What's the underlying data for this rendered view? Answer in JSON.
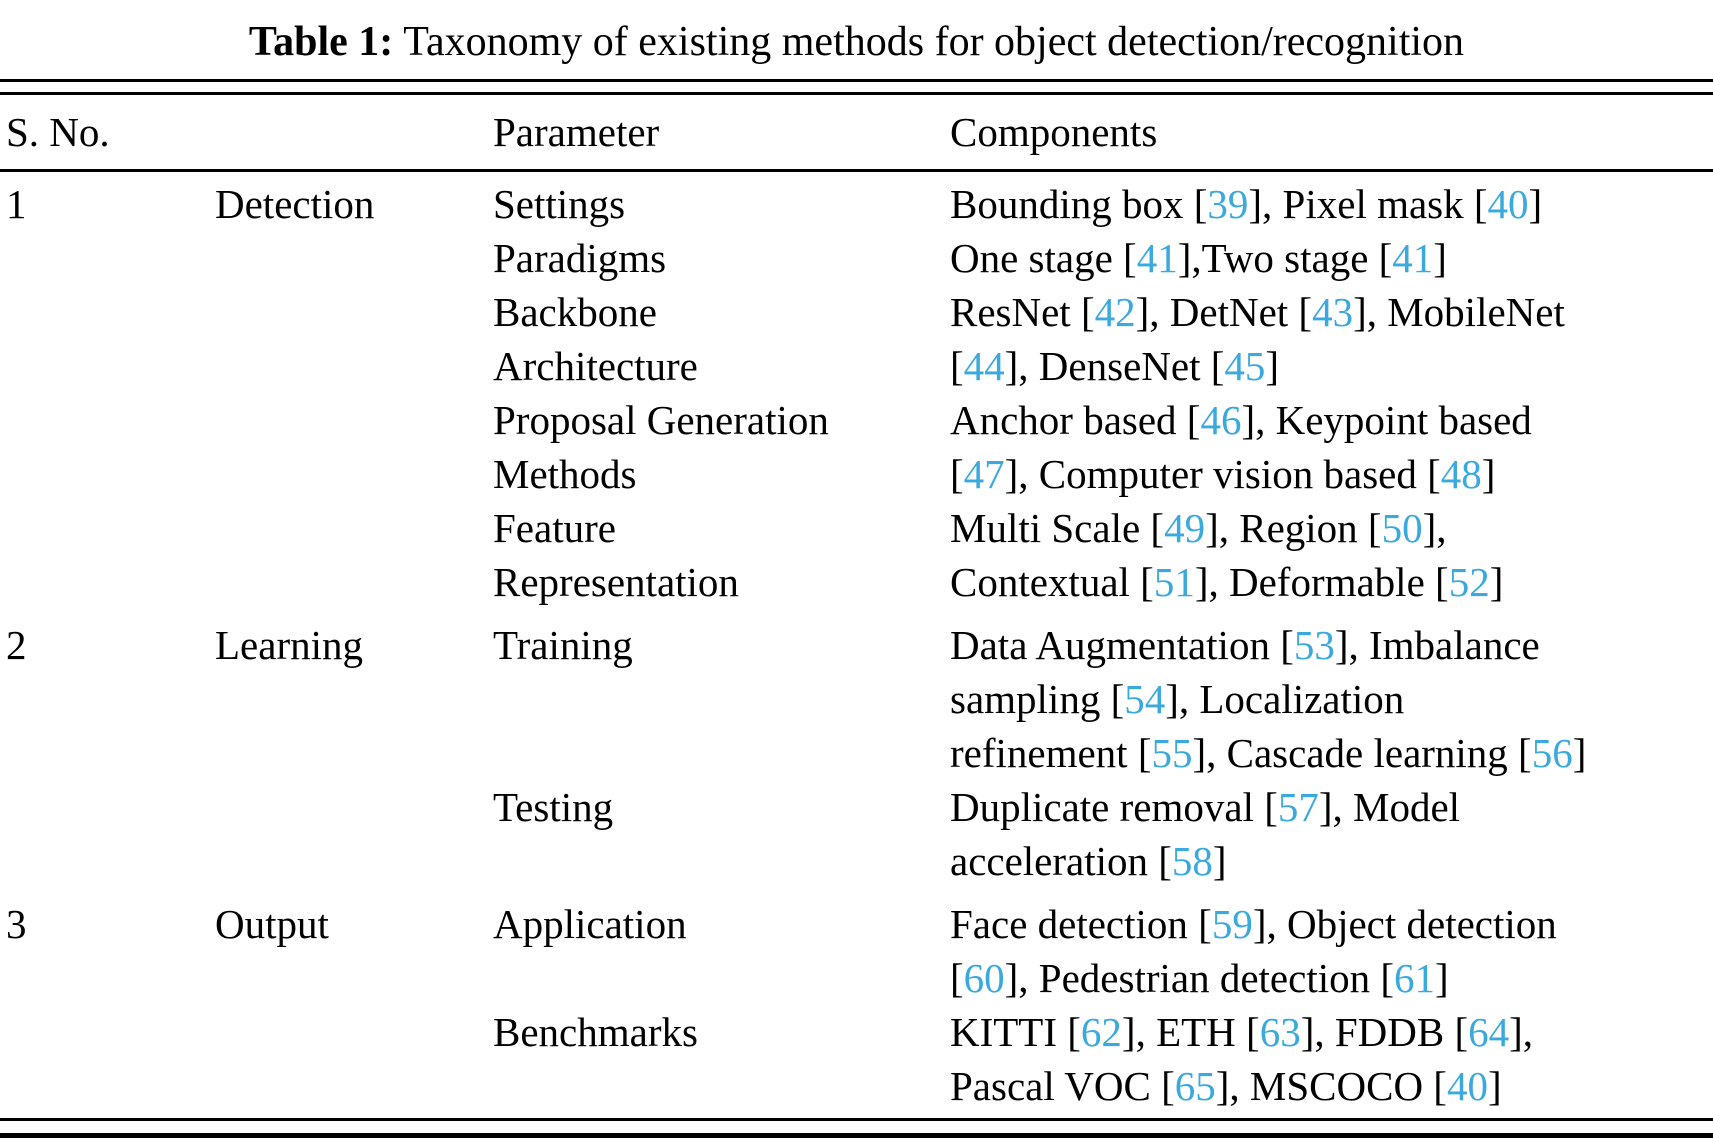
{
  "caption": {
    "label": "Table 1:",
    "text": "Taxonomy of existing methods for object detection/recognition"
  },
  "header": {
    "col_sno": "S. No.",
    "col_parameter": "Parameter",
    "col_components": "Components"
  },
  "colors": {
    "citation": "#3aa9dd",
    "text": "#000000",
    "background": "#ffffff"
  },
  "rows": [
    {
      "no": "1",
      "category": "Detection",
      "pairs": [
        {
          "param": "Settings",
          "comp": "Bounding box [39], Pixel mask [40]"
        },
        {
          "param": "Paradigms",
          "comp": "One stage [41],Two stage [41]"
        },
        {
          "param": "Backbone\nArchitecture",
          "comp": "ResNet [42], DetNet [43], MobileNet\n[44], DenseNet [45]"
        },
        {
          "param": "Proposal Generation\nMethods",
          "comp": "Anchor based [46], Keypoint based\n[47], Computer vision based [48]"
        },
        {
          "param": "Feature\nRepresentation",
          "comp": "Multi Scale [49], Region [50],\nContextual [51], Deformable [52]"
        }
      ]
    },
    {
      "no": "2",
      "category": "Learning",
      "pairs": [
        {
          "param": "Training",
          "comp": "Data Augmentation [53], Imbalance\nsampling [54], Localization\nrefinement [55], Cascade learning [56]"
        },
        {
          "param": "Testing",
          "comp": "Duplicate removal [57], Model\nacceleration [58]"
        }
      ]
    },
    {
      "no": "3",
      "category": "Output",
      "pairs": [
        {
          "param": "Application",
          "comp": "Face detection [59], Object detection\n[60], Pedestrian detection [61]"
        },
        {
          "param": "Benchmarks",
          "comp": "KITTI [62], ETH [63], FDDB [64],\nPascal VOC [65], MSCOCO [40]"
        }
      ]
    }
  ]
}
